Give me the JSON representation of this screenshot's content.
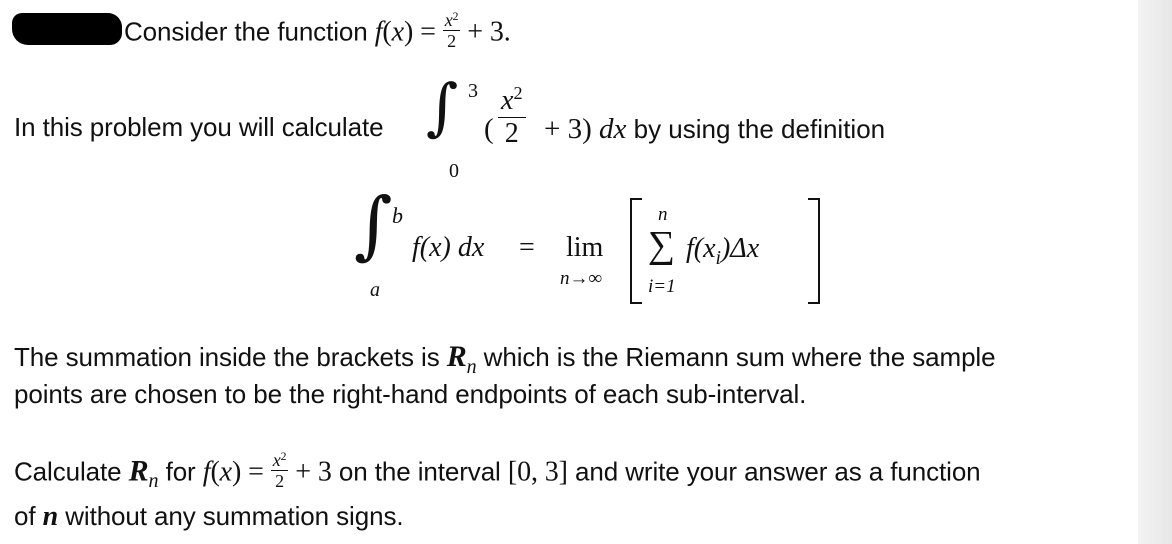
{
  "intro": {
    "prefix": "Consider the function ",
    "fname": "f",
    "arg_open": "(",
    "var": "x",
    "arg_close": ")",
    "eq": " = ",
    "num_var": "x",
    "exp": "2",
    "den": "2",
    "plus3": " + 3."
  },
  "problem": {
    "prefix": "In this problem you will calculate",
    "upper": "3",
    "lower": "0",
    "paren_open": "(",
    "num_var": "x",
    "exp": "2",
    "den": "2",
    "plus3_close": " + 3) ",
    "d": "d",
    "dx_var": "x",
    "suffix": " by using the definition"
  },
  "definition": {
    "upper": "b",
    "lower": "a",
    "integrand": "f(x) dx",
    "eq": " = ",
    "lim": "lim",
    "lim_sub": "n→∞",
    "sum_top": "n",
    "sum_bottom": "i=1",
    "sigma": "∑",
    "summand_f": "f(x",
    "summand_i": "i",
    "summand_rest": ")Δx"
  },
  "explanation": {
    "line1_prefix": "The summation inside the brackets is ",
    "R": "R",
    "n": "n",
    "line1_suffix": " which is the Riemann sum where the sample",
    "line2": "points are chosen to be the right-hand endpoints of each sub-interval."
  },
  "task": {
    "prefix": "Calculate ",
    "R": "R",
    "n": "n",
    "for_text": " for ",
    "fname": "f",
    "arg_open": "(",
    "var": "x",
    "arg_close": ")",
    "eq": " = ",
    "num_var": "x",
    "exp": "2",
    "den": "2",
    "plus3": " + 3",
    "on_text": " on the interval ",
    "interval": "[0, 3]",
    "suffix": " and write your answer as a function",
    "line2_prefix": "of ",
    "line2_n": "n",
    "line2_suffix": " without any summation signs."
  }
}
